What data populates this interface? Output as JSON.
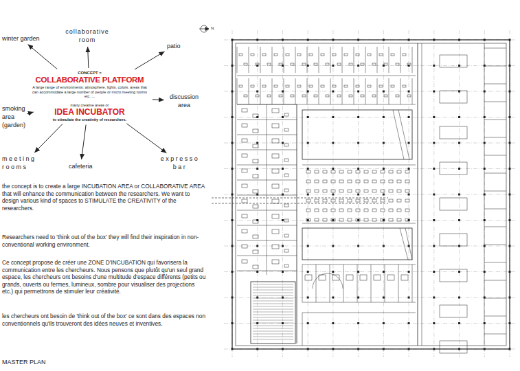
{
  "diagram": {
    "nodes": [
      {
        "text": [
          "CONCEPT =",
          "COLLABORATIVE PLATFORM",
          "A large range of environments: atmosphere, lights, colors. areas that can accommodate a large number of people or micro meeting rooms etc. ...",
          "many creative areas or",
          "IDEA INCUBATOR",
          "to stimulate the creativity of researchers."
        ]
      },
      {
        "text": [
          "winter garden"
        ]
      },
      {
        "text": [
          "collaborative room"
        ]
      },
      {
        "text": [
          "patio"
        ]
      },
      {
        "text": [
          "smoking area (garden)"
        ]
      },
      {
        "text": [
          "discussion area"
        ]
      },
      {
        "text": [
          "meeting rooms"
        ]
      },
      {
        "text": [
          "cafeteria"
        ]
      },
      {
        "text": [
          "expresso bar"
        ]
      }
    ],
    "edges": [
      {
        "from": 0,
        "to": 1,
        "arrow": "to"
      },
      {
        "from": 0,
        "to": 2,
        "arrow": "to"
      },
      {
        "from": 0,
        "to": 3,
        "arrow": "to"
      },
      {
        "from": 0,
        "to": 4,
        "arrow": "to"
      },
      {
        "from": 0,
        "to": 5,
        "arrow": "to"
      },
      {
        "from": 0,
        "to": 6,
        "arrow": "to"
      },
      {
        "from": 0,
        "to": 7,
        "arrow": "to"
      },
      {
        "from": 0,
        "to": 8,
        "arrow": "to"
      }
    ],
    "labels": [
      "the concept is to create a large INCUBATION AREA or COLLABORATIVE AREA that will enhance the communication between the researchers. We want to design various kind of spaces to STIMULATE the CREATIVITY of the researchers.",
      "Researchers need to 'think out of the box' they will find their inspiration in non-conventional working environment.",
      "Ce concept propose de créer une ZONE D'INCUBATION qui favorisera la communication entre les chercheurs. Nous pensons que plutôt qu'un seul grand espace, les chercheurs ont besoins d'une multitude d'espace différents (petits ou grands, ouverts ou fermes, lumineux, sombre pour visualiser des projections etc.) qui permettrons de stimuler leur créativité.",
      "les chercheurs ont besoin de 'think out of the box' ce sont dans des espaces non conventionnels qu'ils trouveront des idées neuves et inventives.",
      "MASTER PLAN",
      "N"
    ]
  }
}
